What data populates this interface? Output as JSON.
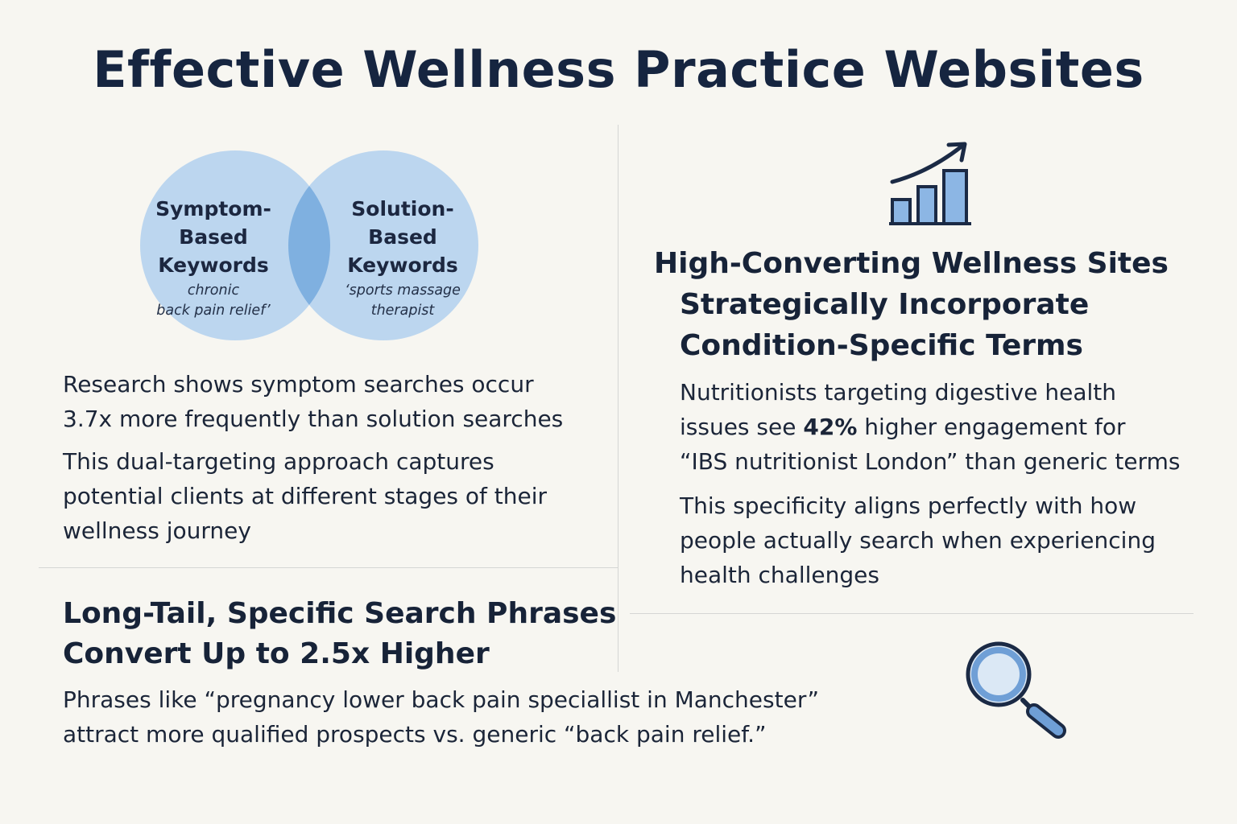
{
  "title": "Effective Wellness Practice Websites",
  "venn": {
    "left": {
      "label_lines": [
        "Symptom-",
        "Based",
        "Keywords"
      ],
      "example_lines": [
        "chronic",
        "back pain relief’"
      ]
    },
    "right": {
      "label_lines": [
        "Solution-",
        "Based",
        "Keywords"
      ],
      "example_lines": [
        "‘sports massage",
        "therapist"
      ]
    },
    "colors": {
      "circle": "#bcd6ef",
      "overlap": "#7fb0e0"
    }
  },
  "left_section": {
    "paragraph1_lines": [
      "Research shows symptom searches occur",
      "3.7x more frequently than solution searches"
    ],
    "paragraph2_lines": [
      "This dual-targeting approach captures",
      "potential clients at different stages of their",
      "wellness journey"
    ]
  },
  "right_section": {
    "icon": "bar-chart-growth-icon",
    "heading_lines": [
      "High-Converting Wellness Sites",
      "Strategically Incorporate",
      "Condition-Specific Terms"
    ],
    "paragraph1": {
      "line1": "Nutritionists targeting digestive health",
      "line2_before": "issues see ",
      "line2_bold": "42%",
      "line2_after": " higher engagement for",
      "line3": "“IBS nutritionist London” than generic terms"
    },
    "paragraph2_lines": [
      "This specificity aligns perfectly with how",
      "people actually search when experiencing",
      "health challenges"
    ]
  },
  "bottom_section": {
    "heading_lines": [
      "Long-Tail, Specific Search Phrases",
      "Convert Up to 2.5x Higher"
    ],
    "paragraph_lines": [
      "Phrases like “pregnancy lower back pain speciallist in Manchester”",
      "attract more qualified prospects vs. generic “back pain relief.”"
    ],
    "icon": "magnifying-glass-icon"
  },
  "colors": {
    "background": "#f7f6f1",
    "text": "#182338",
    "accent_blue": "#6f9fd6",
    "icon_stroke": "#1b2a45"
  }
}
